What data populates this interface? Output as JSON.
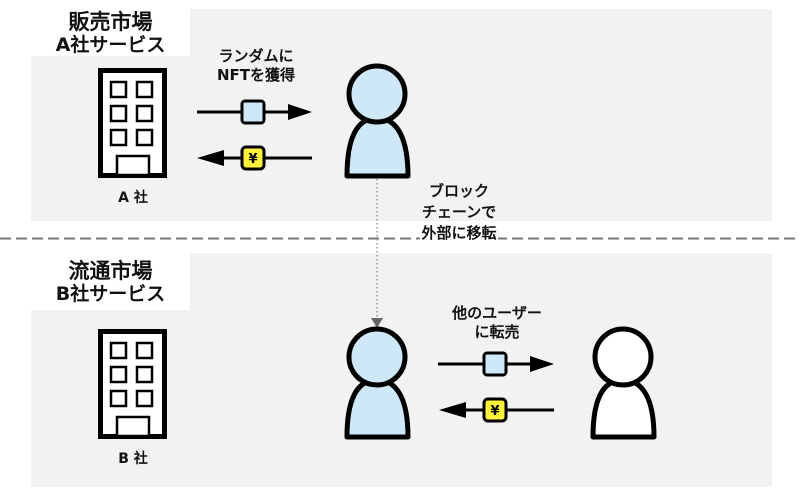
{
  "sections": {
    "primary": {
      "title": "販売市場",
      "subtitle": "A社サービス",
      "company_label": "A 社",
      "flow_label_line1": "ランダムに",
      "flow_label_line2": "NFTを獲得",
      "nft_direction": "company-to-user",
      "payment_direction": "user-to-company",
      "payment_symbol": "¥"
    },
    "secondary": {
      "title": "流通市場",
      "subtitle": "B社サービス",
      "company_label": "B 社",
      "flow_label_line1": "他のユーザー",
      "flow_label_line2": "に転売",
      "nft_direction": "user-to-other-user",
      "payment_direction": "other-user-to-user",
      "payment_symbol": "¥"
    }
  },
  "transfer": {
    "line1": "ブロック",
    "line2": "チェーンで",
    "line3": "外部に移転"
  },
  "colors": {
    "panel_bg": "#f2f2f2",
    "user_fill": "#cfe8f7",
    "other_user_fill": "#ffffff",
    "nft_token_fill": "#cfe8f7",
    "yen_token_fill": "#fff23a",
    "stroke": "#000000",
    "divider": "#777777"
  }
}
